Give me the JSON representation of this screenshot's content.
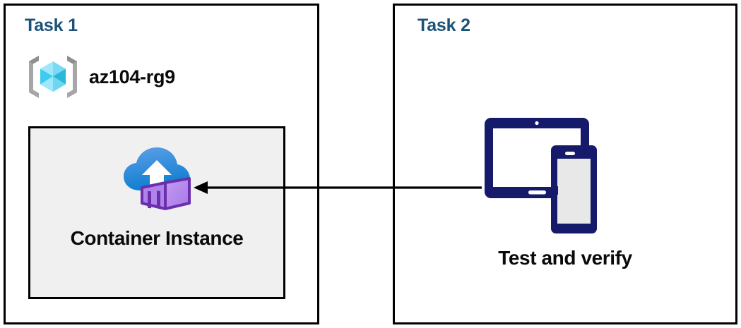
{
  "diagram": {
    "title_color": "#1b5278",
    "text_color": "#0a0a0a",
    "border_color": "#000000",
    "panels": [
      {
        "id": "task1",
        "title": "Task 1",
        "resource_group": {
          "label": "az104-rg9",
          "icon": "azure-resource-group-icon"
        },
        "resource": {
          "label": "Container Instance",
          "icon": "azure-container-instance-icon",
          "box_fill": "#f0f0f0"
        }
      },
      {
        "id": "task2",
        "title": "Task 2",
        "action": {
          "label": "Test and verify",
          "icon": "devices-tablet-phone-icon",
          "icon_color": "#151a6a"
        }
      }
    ],
    "connector": {
      "name": "arrow-task2-to-container-instance",
      "direction": "left",
      "color": "#000000"
    }
  }
}
